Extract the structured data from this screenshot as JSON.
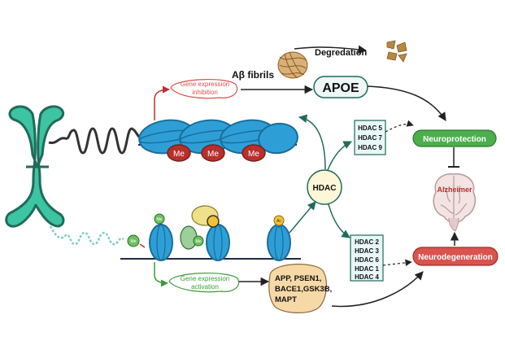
{
  "labels": {
    "degradation": "Degredation",
    "abeta": "Aβ fibrils",
    "apoe": "APOE",
    "gene_inhibition_1": "Gene expression",
    "gene_inhibition_2": "inhibition",
    "gene_activation_1": "Gene expression",
    "gene_activation_2": "activation",
    "me": "Me",
    "ac": "Ac",
    "hdac": "HDAC",
    "hdac_group_top": [
      "HDAC 5",
      "HDAC 7",
      "HDAC 9"
    ],
    "hdac_group_bottom": [
      "HDAC 2",
      "HDAC 3",
      "HDAC 6",
      "HDAC 1",
      "HDAC 4"
    ],
    "neuroprotection": "Neuroprotection",
    "neurodegeneration": "Neurodegeneration",
    "alzheimer": "Alzheimer",
    "genes": [
      "APP, PSEN1,",
      "BACE1,GSK3B,",
      "MAPT"
    ]
  },
  "colors": {
    "chromosome": "#3cc4a3",
    "chromosome_dark": "#1f6b59",
    "nucleosome": "#2e9fd6",
    "nucleosome_dark": "#1b6d9a",
    "methyl": "#b7302c",
    "methyl_small": "#6cc15e",
    "acetyl": "#f1c232",
    "inhibition_text": "#d9534f",
    "activation_text": "#3d9a3d",
    "neuroprotection": "#4cae4c",
    "neurodegeneration": "#d9534f",
    "hdac_box": "#e8f7f7",
    "hdac_circle": "#fdf6d8",
    "genes_box": "#f7d9a8"
  }
}
